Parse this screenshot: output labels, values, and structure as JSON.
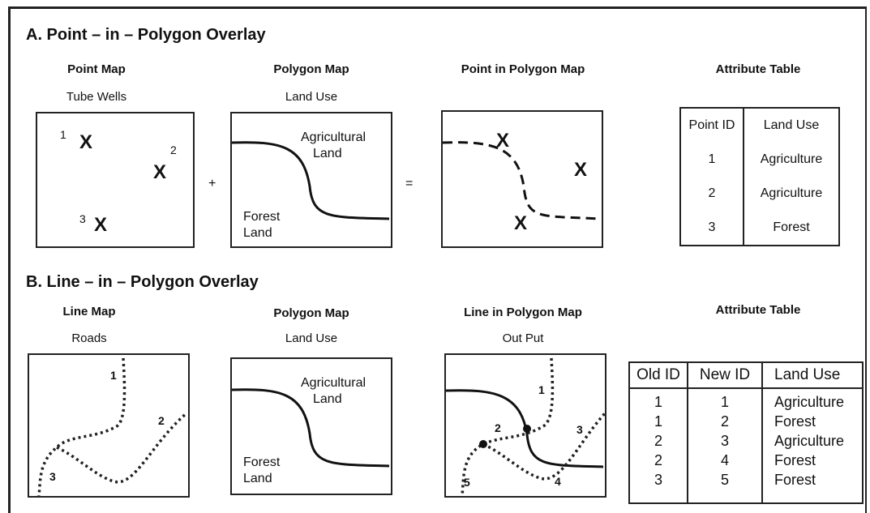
{
  "section_a": {
    "title": "A. Point – in – Polygon Overlay",
    "point_map": {
      "title": "Point Map",
      "subtitle": "Tube Wells",
      "x_symbol": "X",
      "labels": [
        "1",
        "2",
        "3"
      ]
    },
    "polygon_map": {
      "title": "Polygon Map",
      "subtitle": "Land Use",
      "agri_line1": "Agricultural",
      "agri_line2": "Land",
      "forest_line1": "Forest",
      "forest_line2": "Land"
    },
    "plus_sign": "+",
    "equals_sign": "=",
    "result_map": {
      "title": "Point in Polygon Map",
      "x_symbol": "X"
    },
    "attribute_table": {
      "title": "Attribute Table",
      "headers": [
        "Point ID",
        "Land Use"
      ],
      "rows": [
        [
          "1",
          "Agriculture"
        ],
        [
          "2",
          "Agriculture"
        ],
        [
          "3",
          "Forest"
        ]
      ]
    }
  },
  "section_b": {
    "title": "B. Line – in – Polygon Overlay",
    "line_map": {
      "title": "Line Map",
      "subtitle": "Roads",
      "labels": [
        "1",
        "2",
        "3"
      ]
    },
    "polygon_map": {
      "title": "Polygon Map",
      "subtitle": "Land Use",
      "agri_line1": "Agricultural",
      "agri_line2": "Land",
      "forest_line1": "Forest",
      "forest_line2": "Land"
    },
    "result_map": {
      "title": "Line in Polygon Map",
      "subtitle": "Out Put",
      "labels": [
        "1",
        "2",
        "3",
        "4",
        "5"
      ]
    },
    "attribute_table": {
      "title": "Attribute Table",
      "headers": [
        "Old ID",
        "New ID",
        "Land Use"
      ],
      "rows": [
        [
          "1",
          "1",
          "Agriculture"
        ],
        [
          "1",
          "2",
          "Forest"
        ],
        [
          "2",
          "3",
          "Agriculture"
        ],
        [
          "2",
          "4",
          "Forest"
        ],
        [
          "3",
          "5",
          "Forest"
        ]
      ]
    }
  }
}
